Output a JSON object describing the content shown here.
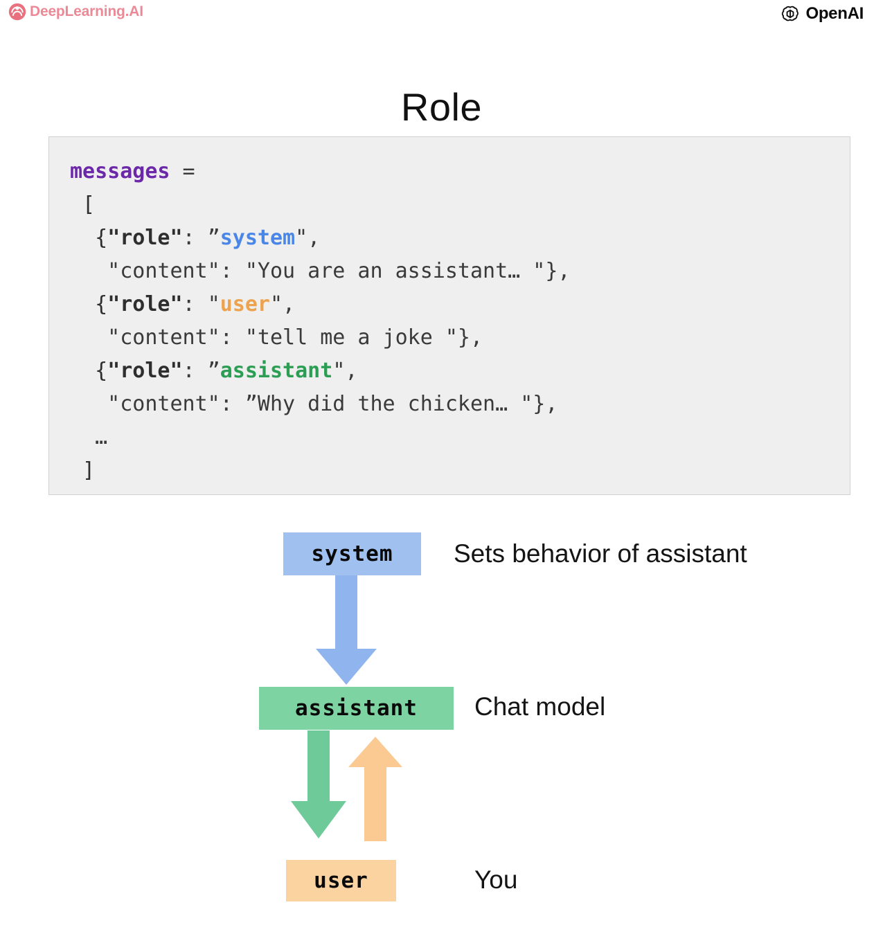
{
  "branding": {
    "left_logo_name": "deeplearning-ai-logo",
    "left_logo_text": "DeepLearning.AI",
    "left_logo_color": "#eb8a96",
    "right_logo_name": "openai-logo",
    "right_logo_text": "OpenAI",
    "right_logo_color": "#0d0d0d"
  },
  "slide": {
    "title": "Role"
  },
  "code_block": {
    "background": "#efefef",
    "border_color": "#d2d2d2",
    "lines": [
      {
        "id": "l1",
        "segments": [
          {
            "text": "messages",
            "style": "var"
          },
          {
            "text": " =",
            "style": "plain"
          }
        ]
      },
      {
        "id": "l2",
        "segments": [
          {
            "text": " [",
            "style": "punct"
          }
        ]
      },
      {
        "id": "l3",
        "segments": [
          {
            "text": "  {",
            "style": "punct"
          },
          {
            "text": "\"role\"",
            "style": "key"
          },
          {
            "text": ": ",
            "style": "plain"
          },
          {
            "text": "”",
            "style": "plain"
          },
          {
            "text": "system",
            "style": "system"
          },
          {
            "text": "\",",
            "style": "plain"
          }
        ]
      },
      {
        "id": "l4",
        "segments": [
          {
            "text": "   \"content\": \"You are an assistant… \"},",
            "style": "plain"
          }
        ]
      },
      {
        "id": "l5",
        "segments": [
          {
            "text": "  {",
            "style": "punct"
          },
          {
            "text": "\"role\"",
            "style": "key"
          },
          {
            "text": ": ",
            "style": "plain"
          },
          {
            "text": "\"",
            "style": "plain"
          },
          {
            "text": "user",
            "style": "user"
          },
          {
            "text": "\",",
            "style": "plain"
          }
        ]
      },
      {
        "id": "l6",
        "segments": [
          {
            "text": "   \"content\": \"tell me a joke \"},",
            "style": "plain"
          }
        ]
      },
      {
        "id": "l7",
        "segments": [
          {
            "text": "  {",
            "style": "punct"
          },
          {
            "text": "\"role\"",
            "style": "key"
          },
          {
            "text": ": ",
            "style": "plain"
          },
          {
            "text": "”",
            "style": "plain"
          },
          {
            "text": "assistant",
            "style": "assist"
          },
          {
            "text": "\",",
            "style": "plain"
          }
        ]
      },
      {
        "id": "l8",
        "segments": [
          {
            "text": "   \"content\": ”Why did the chicken… \"},",
            "style": "plain"
          }
        ]
      },
      {
        "id": "l9",
        "segments": [
          {
            "text": "  …",
            "style": "plain"
          }
        ]
      },
      {
        "id": "l10",
        "segments": [
          {
            "text": " ]",
            "style": "punct"
          }
        ]
      }
    ],
    "token_colors": {
      "variable": "#6b28a8",
      "key": "#2e2e2e",
      "system": "#4a86e8",
      "user": "#eda24f",
      "assistant": "#2b9e54",
      "plain": "#3a3a3a"
    }
  },
  "diagram": {
    "nodes": [
      {
        "id": "system",
        "label": "system",
        "caption": "Sets behavior of assistant",
        "color": "#a0c0ef"
      },
      {
        "id": "assistant",
        "label": "assistant",
        "caption": "Chat model",
        "color": "#7ed3a2"
      },
      {
        "id": "user",
        "label": "user",
        "caption": "You",
        "color": "#fbd3a1"
      }
    ],
    "arrows": [
      {
        "id": "system-to-assistant",
        "from": "system",
        "to": "assistant",
        "direction": "down",
        "color": "#8fb4ee"
      },
      {
        "id": "assistant-to-user",
        "from": "assistant",
        "to": "user",
        "direction": "down",
        "color": "#6ecb99"
      },
      {
        "id": "user-to-assistant",
        "from": "user",
        "to": "assistant",
        "direction": "up",
        "color": "#fbca93"
      }
    ]
  }
}
